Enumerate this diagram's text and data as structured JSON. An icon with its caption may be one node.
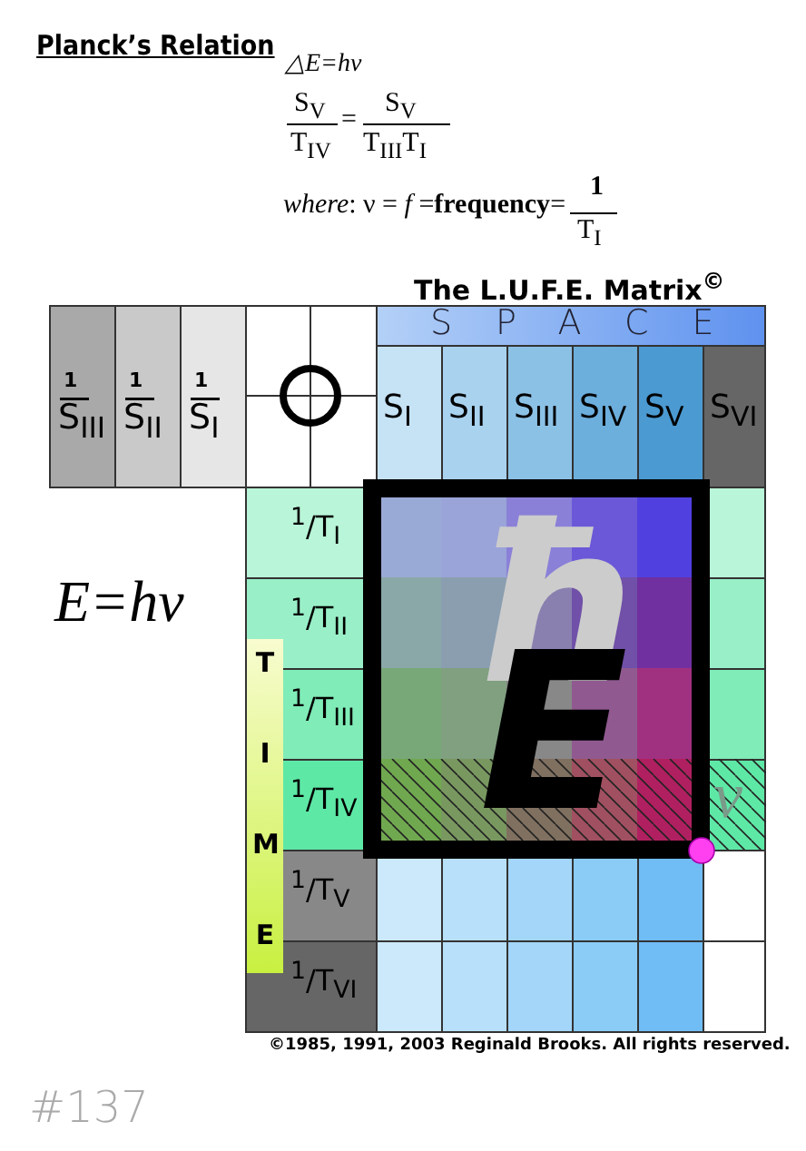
{
  "diagram": {
    "labels": [
      "Planck’s Relation",
      "△E=hν",
      "S$_{V}$",
      "T$_{IV}$",
      "=",
      "S$_{V}$",
      "T$_{III}$T$_{I}$",
      "*where*: ν = *f* =**frequency**=",
      "1",
      "T$_{I}$",
      "The L.U.F.E. Matrix$^{©}$",
      "1",
      "S$_{III}$",
      "1",
      "S$_{II}$",
      "1",
      "S$_{I}$",
      "SPACE",
      "S$_{I}$",
      "S$_{II}$",
      "S$_{III}$",
      "S$_{IV}$",
      "S$_{V}$",
      "S$_{VI}$",
      "E=hν",
      "$^{1}$/T$_{I}$",
      "$^{1}$/T$_{II}$",
      "$^{1}$/T$_{III}$",
      "$^{1}$/T$_{IV}$",
      "$^{1}$/T$_{V}$",
      "$^{1}$/T$_{VI}$",
      "TIME",
      "ħ",
      "E",
      "ν",
      "©1985, 1991, 2003 Reginald Brooks. All rights reserved.",
      "#137"
    ]
  }
}
